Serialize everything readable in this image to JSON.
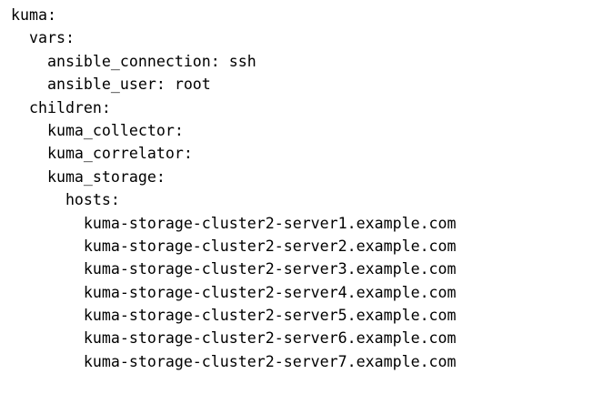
{
  "document": {
    "kind": "yaml-inventory-text",
    "background_color": "#ffffff",
    "text_color": "#000000",
    "lines": [
      {
        "indent": 0,
        "text": "kuma:"
      },
      {
        "indent": 2,
        "text": "vars:"
      },
      {
        "indent": 4,
        "text": "ansible_connection: ssh"
      },
      {
        "indent": 4,
        "text": "ansible_user: root"
      },
      {
        "indent": 2,
        "text": "children:"
      },
      {
        "indent": 4,
        "text": "kuma_collector:"
      },
      {
        "indent": 4,
        "text": "kuma_correlator:"
      },
      {
        "indent": 4,
        "text": "kuma_storage:"
      },
      {
        "indent": 6,
        "text": "hosts:"
      },
      {
        "indent": 8,
        "text": "kuma-storage-cluster2-server1.example.com"
      },
      {
        "indent": 8,
        "text": "kuma-storage-cluster2-server2.example.com"
      },
      {
        "indent": 8,
        "text": "kuma-storage-cluster2-server3.example.com"
      },
      {
        "indent": 8,
        "text": "kuma-storage-cluster2-server4.example.com"
      },
      {
        "indent": 8,
        "text": "kuma-storage-cluster2-server5.example.com"
      },
      {
        "indent": 8,
        "text": "kuma-storage-cluster2-server6.example.com"
      },
      {
        "indent": 8,
        "text": "kuma-storage-cluster2-server7.example.com"
      }
    ],
    "rendered": [
      "kuma:",
      "  vars:",
      "    ansible_connection: ssh",
      "    ansible_user: root",
      "  children:",
      "    kuma_collector:",
      "    kuma_correlator:",
      "    kuma_storage:",
      "      hosts:",
      "        kuma-storage-cluster2-server1.example.com",
      "        kuma-storage-cluster2-server2.example.com",
      "        kuma-storage-cluster2-server3.example.com",
      "        kuma-storage-cluster2-server4.example.com",
      "        kuma-storage-cluster2-server5.example.com",
      "        kuma-storage-cluster2-server6.example.com",
      "        kuma-storage-cluster2-server7.example.com"
    ]
  }
}
